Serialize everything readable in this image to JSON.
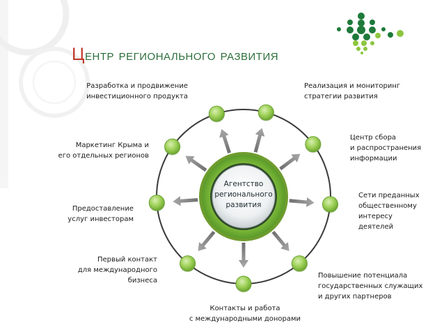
{
  "title": {
    "first_letter": "Ц",
    "rest": "ентр регионального развития"
  },
  "center": {
    "label": "Агентство\nрегионального\nразвития"
  },
  "nodes": [
    {
      "id": "investment-product",
      "label": "Разработка и продвижение\nинвестиционного продукта"
    },
    {
      "id": "strategy",
      "label": "Реализация и мониторинг\nстратегии развития"
    },
    {
      "id": "info-center",
      "label": "Центр сбора\nи распространения\nинформации"
    },
    {
      "id": "networks",
      "label": "Сети преданных\nобщественному\nинтересу\nдеятелей"
    },
    {
      "id": "capacity",
      "label": "Повышение  потенциала\nгосударственных служащих\n и других партнеров"
    },
    {
      "id": "donors",
      "label": "Контакты и работа\nс международными донорами"
    },
    {
      "id": "first-contact",
      "label": "Первый контакт\nдля международного\nбизнеса"
    },
    {
      "id": "investor-services",
      "label": "Предоставление\nуслуг инвесторам"
    },
    {
      "id": "marketing",
      "label": "Маркетинг Крыма и\nего отдельных регионов"
    }
  ],
  "colors": {
    "title_green": "#2c6f3b",
    "title_red": "#c0392b",
    "ring": "#3a3a3a",
    "node_green": "#8cc63f",
    "arrow_gray": "#8a8a8a",
    "logo_dark_green": "#1e7a3a",
    "logo_light_green": "#8cc63f"
  },
  "decor": {
    "logo": "dot-grid-logo",
    "top_left": "gray-rings-ornament"
  }
}
